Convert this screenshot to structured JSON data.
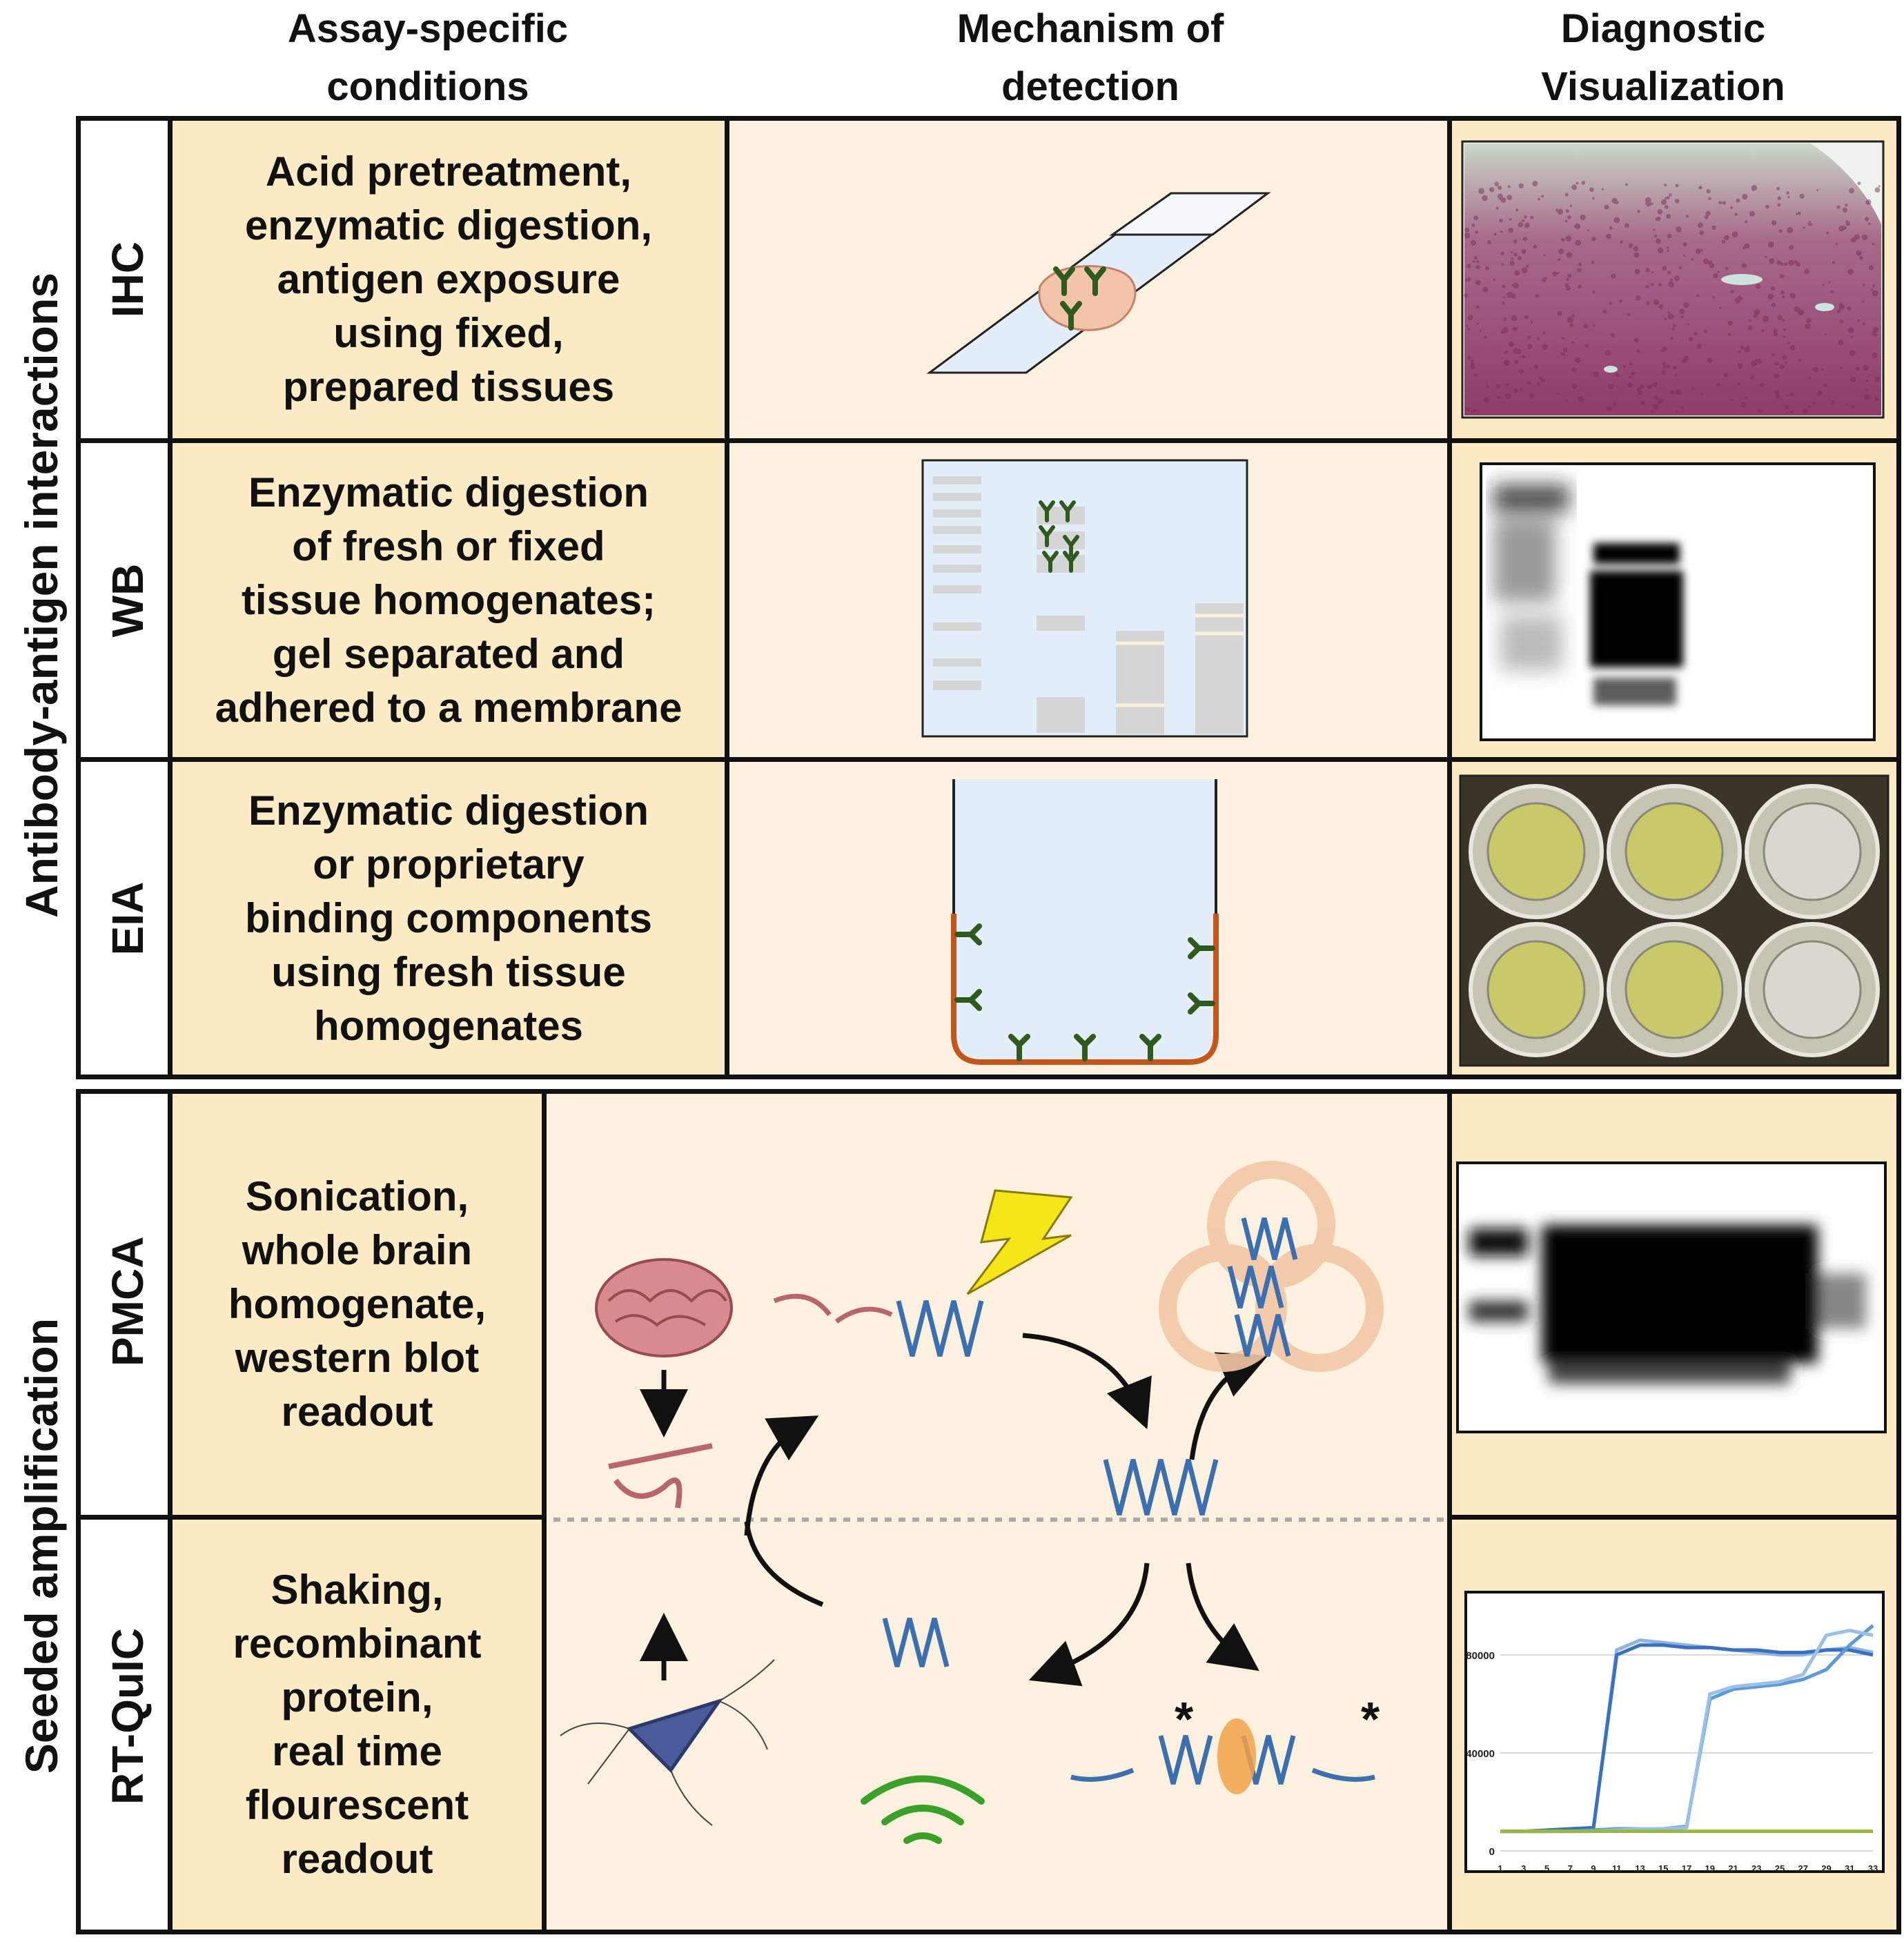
{
  "headers": {
    "conditions": [
      "Assay-specific",
      "conditions"
    ],
    "mechanism": [
      "Mechanism of",
      "detection"
    ],
    "visualization": [
      "Diagnostic",
      "Visualization"
    ]
  },
  "groups": {
    "top": "Antibody-antigen interactions",
    "bottom": "Seeded amplification"
  },
  "rows": {
    "ihc": {
      "label": "IHC",
      "conditions": [
        "Acid pretreatment,",
        "enzymatic digestion,",
        "antigen exposure",
        "using fixed,",
        "prepared tissues"
      ]
    },
    "wb": {
      "label": "WB",
      "conditions": [
        "Enzymatic digestion",
        "of fresh or fixed",
        "tissue homogenates;",
        "gel separated and",
        "adhered to a membrane"
      ]
    },
    "eia": {
      "label": "EIA",
      "conditions": [
        "Enzymatic digestion",
        "or proprietary",
        "binding components",
        "using fresh tissue",
        "homogenates"
      ]
    },
    "pmca": {
      "label": "PMCA",
      "conditions": [
        "Sonication,",
        "whole brain",
        "homogenate,",
        "western blot",
        "readout"
      ]
    },
    "rtquic": {
      "label": "RT-QuIC",
      "conditions": [
        "Shaking,",
        "recombinant",
        "protein,",
        "real time",
        "flourescent",
        "readout"
      ]
    }
  },
  "rtquic_chart": {
    "type": "line",
    "x_ticks": [
      "1",
      "3",
      "5",
      "7",
      "9",
      "11",
      "13",
      "15",
      "17",
      "19",
      "21",
      "23",
      "25",
      "27",
      "29",
      "31",
      "33"
    ],
    "y_ticks": [
      "0",
      "40000",
      "80000"
    ],
    "ylim": [
      0,
      100000
    ],
    "series": [
      {
        "color": "#8fb4e0",
        "values": [
          8000,
          8000,
          8000,
          8500,
          9000,
          82000,
          86000,
          85000,
          84000,
          83000,
          82000,
          81000,
          80000,
          80000,
          82000,
          83000,
          81000
        ]
      },
      {
        "color": "#3a70c0",
        "values": [
          8000,
          8000,
          8500,
          9000,
          9500,
          80000,
          84000,
          84000,
          83000,
          83000,
          82000,
          82000,
          81000,
          81000,
          82000,
          82000,
          80000
        ]
      },
      {
        "color": "#5a9ad8",
        "values": [
          8000,
          8000,
          8000,
          8000,
          8500,
          9000,
          9000,
          9000,
          10000,
          62000,
          66000,
          67000,
          68000,
          70000,
          74000,
          84000,
          92000
        ]
      },
      {
        "color": "#9ac0e6",
        "values": [
          8000,
          8000,
          8000,
          8000,
          8000,
          8500,
          9000,
          9000,
          9500,
          64000,
          67000,
          68000,
          69000,
          72000,
          88000,
          90000,
          88000
        ]
      },
      {
        "color": "#9ab840",
        "values": [
          8000,
          8000,
          8000,
          8000,
          8000,
          8000,
          8000,
          8000,
          8000,
          8000,
          8000,
          8000,
          8000,
          8000,
          8000,
          8000,
          8000
        ]
      }
    ]
  },
  "colors": {
    "cond_bg": "#fdebc6",
    "mech_bg": "#fbf1de",
    "antibody": "#2f5a1e",
    "protein_blue": "#3b6fb0",
    "protein_red": "#b8666a"
  },
  "icons": [
    "antibody-icon",
    "brain-icon",
    "lightning-icon",
    "biohazard-icon",
    "neuron-icon",
    "fluorescence-icon"
  ]
}
